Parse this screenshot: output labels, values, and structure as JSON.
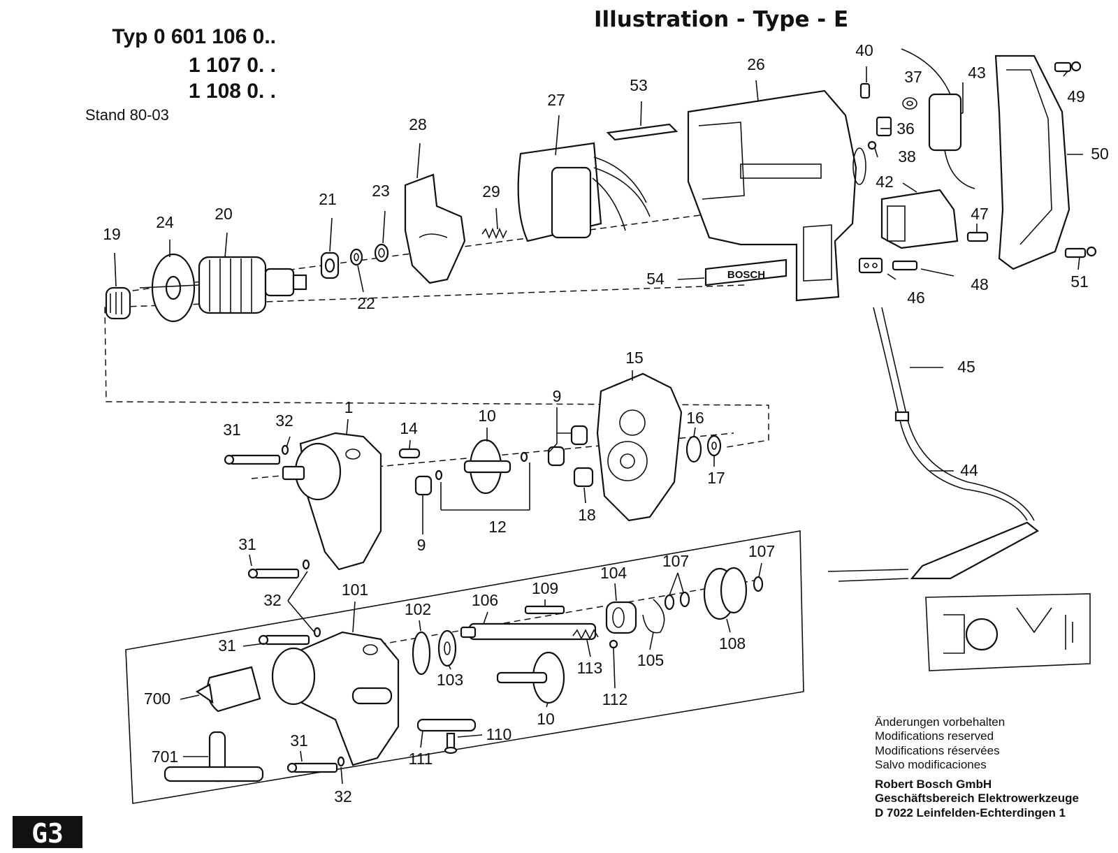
{
  "title": "Illustration - Type - E",
  "header": {
    "type_line1": "Typ 0 601 106 0..",
    "type_line2": "1 107 0. .",
    "type_line3": "1 108 0. .",
    "stand": "Stand 80-03"
  },
  "brand_plate": "BOSCH",
  "footer": {
    "line1": "Änderungen vorbehalten",
    "line2": "Modifications reserved",
    "line3": "Modifications réservées",
    "line4": "Salvo modificaciones",
    "company": "Robert Bosch GmbH",
    "division": "Geschäftsbereich Elektrowerkzeuge",
    "address": "D 7022 Leinfelden-Echterdingen 1"
  },
  "page_marker": "G3",
  "parts": [
    {
      "id": "p19",
      "text": "19"
    },
    {
      "id": "p24",
      "text": "24"
    },
    {
      "id": "p20",
      "text": "20"
    },
    {
      "id": "p21",
      "text": "21"
    },
    {
      "id": "p22",
      "text": "22"
    },
    {
      "id": "p23",
      "text": "23"
    },
    {
      "id": "p28",
      "text": "28"
    },
    {
      "id": "p29",
      "text": "29"
    },
    {
      "id": "p27",
      "text": "27"
    },
    {
      "id": "p53",
      "text": "53"
    },
    {
      "id": "p26",
      "text": "26"
    },
    {
      "id": "p54",
      "text": "54"
    },
    {
      "id": "p40",
      "text": "40"
    },
    {
      "id": "p37",
      "text": "37"
    },
    {
      "id": "p36",
      "text": "36"
    },
    {
      "id": "p38",
      "text": "38"
    },
    {
      "id": "p43",
      "text": "43"
    },
    {
      "id": "p42",
      "text": "42"
    },
    {
      "id": "p47",
      "text": "47"
    },
    {
      "id": "p46",
      "text": "46"
    },
    {
      "id": "p48",
      "text": "48"
    },
    {
      "id": "p49",
      "text": "49"
    },
    {
      "id": "p50",
      "text": "50"
    },
    {
      "id": "p51",
      "text": "51"
    },
    {
      "id": "p45",
      "text": "45"
    },
    {
      "id": "p44",
      "text": "44"
    },
    {
      "id": "p31a",
      "text": "31"
    },
    {
      "id": "p32a",
      "text": "32"
    },
    {
      "id": "p1",
      "text": "1"
    },
    {
      "id": "p14",
      "text": "14"
    },
    {
      "id": "p10a",
      "text": "10"
    },
    {
      "id": "p9a",
      "text": "9"
    },
    {
      "id": "p15",
      "text": "15"
    },
    {
      "id": "p16",
      "text": "16"
    },
    {
      "id": "p17",
      "text": "17"
    },
    {
      "id": "p18",
      "text": "18"
    },
    {
      "id": "p12",
      "text": "12"
    },
    {
      "id": "p9b",
      "text": "9"
    },
    {
      "id": "p31b",
      "text": "31"
    },
    {
      "id": "p32b",
      "text": "32"
    },
    {
      "id": "p101",
      "text": "101"
    },
    {
      "id": "p31c",
      "text": "31"
    },
    {
      "id": "p102",
      "text": "102"
    },
    {
      "id": "p103",
      "text": "103"
    },
    {
      "id": "p106",
      "text": "106"
    },
    {
      "id": "p109",
      "text": "109"
    },
    {
      "id": "p104",
      "text": "104"
    },
    {
      "id": "p107a",
      "text": "107"
    },
    {
      "id": "p107b",
      "text": "107"
    },
    {
      "id": "p108",
      "text": "108"
    },
    {
      "id": "p105",
      "text": "105"
    },
    {
      "id": "p113",
      "text": "113"
    },
    {
      "id": "p112",
      "text": "112"
    },
    {
      "id": "p10b",
      "text": "10"
    },
    {
      "id": "p700",
      "text": "700"
    },
    {
      "id": "p701",
      "text": "701"
    },
    {
      "id": "p110",
      "text": "110"
    },
    {
      "id": "p111",
      "text": "111"
    },
    {
      "id": "p31d",
      "text": "31"
    },
    {
      "id": "p32c",
      "text": "32"
    }
  ]
}
